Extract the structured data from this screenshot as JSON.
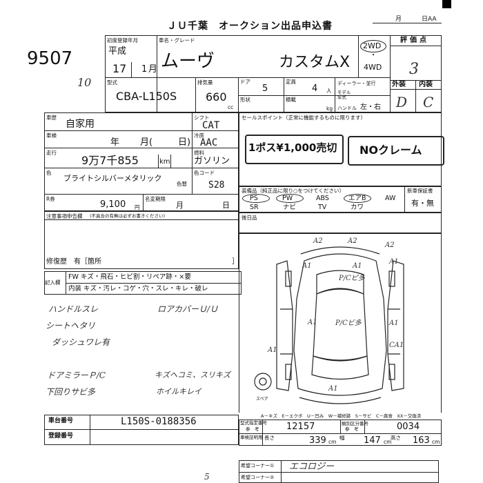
{
  "header": {
    "title": "ＪＵ千葉　オークション出品申込書",
    "month_label": "月",
    "day_label": "日AA",
    "lot_number": "9507"
  },
  "registration": {
    "label": "初度登録年月",
    "era": "平成",
    "year": "17",
    "month": "1",
    "month_unit": "月"
  },
  "car_name": {
    "label": "車名・グレード",
    "name": "ムーヴ",
    "grade": "カスタムX"
  },
  "drive": {
    "two_wd": "2WD",
    "dot": "・",
    "four_wd": "4WD"
  },
  "score": {
    "label": "評価点",
    "value": "3"
  },
  "model": {
    "label": "型式",
    "value": "CBA-L150S",
    "note": "10"
  },
  "displacement": {
    "label": "排気量",
    "value": "660",
    "unit": "cc"
  },
  "doors": {
    "label": "ドア",
    "value": "5",
    "shape_label": "形状"
  },
  "seats": {
    "label": "定員",
    "value": "4",
    "unit": "人",
    "capacity_label": "積載",
    "capacity_unit": "kg"
  },
  "dealer": {
    "label": "ディーラー・並行",
    "model_year_label": "モデル\n年式",
    "handle_label": "ハンドル",
    "handle_options": "左・右"
  },
  "condition": {
    "exterior_label": "外装",
    "interior_label": "内装",
    "exterior": "D",
    "interior": "C"
  },
  "history": {
    "label": "車歴",
    "value": "自家用"
  },
  "inspection": {
    "label": "車検",
    "year": "年",
    "month": "月(",
    "day": "日)"
  },
  "mileage": {
    "label": "走行",
    "value": "9万7千855",
    "unit": "km"
  },
  "shift": {
    "label": "シフト",
    "value": "CAT"
  },
  "aircon": {
    "label": "冷房",
    "value": "AAC"
  },
  "fuel": {
    "label": "燃料",
    "value": "ガソリン"
  },
  "color": {
    "label": "色",
    "value": "ブライトシルバーメタリック",
    "swap_label": "色替",
    "code_label": "色コード",
    "code": "S28"
  },
  "recycle": {
    "label": "R券",
    "value": "9,100",
    "unit": "円"
  },
  "name_change": {
    "label": "名変期限",
    "month": "月",
    "day": "日"
  },
  "sales_point": {
    "label": "セールスポイント（正常に機能するものに限ります）",
    "stamp1": "1ポス¥1,000売切",
    "stamp2": "NOクレーム"
  },
  "equipment": {
    "label": "装備品（純正品に限り○をつけてください）",
    "row1": [
      "PS",
      "PW",
      "ABS",
      "エアB",
      "AW"
    ],
    "row2": [
      "SR",
      "ナビ",
      "TV",
      "カワ"
    ],
    "new_warranty_label": "新車保証書",
    "new_warranty": "有・無"
  },
  "notes": {
    "label": "注意事項申告欄",
    "sublabel": "(不具合の有無は必ずお書きください)",
    "repair": "修復歴　有［箇所",
    "repair_end": "］"
  },
  "after_seat": {
    "label": "後日品"
  },
  "remarks": {
    "label": "記入欄",
    "fw_row": "FW キズ・飛石・ヒビ割・リペア跡・×要",
    "interior_row": "内装 キズ・汚レ・コゲ・穴・スレ・キレ・破レ"
  },
  "handwritten": [
    "ハンドルスレ",
    "シートヘタリ",
    "ダッシュワレ有",
    "ドアミラーＰ/C",
    "下回りサビ多",
    "ロアカバーＵ/Ｕ",
    "キズヘコミ、スリキズ",
    "ホイルキレイ"
  ],
  "diagram": {
    "legend": "A－キズ　E－エクボ　U－凹み　W－補修跡　S－サビ　C－腐食　XX－交換済",
    "spare": "スペア",
    "marks": [
      "A2",
      "A2",
      "A2",
      "A1",
      "A1",
      "A1",
      "P/Cピ多",
      "P/Cビ多",
      "A1",
      "A1",
      "A1",
      "CA1",
      "A1"
    ]
  },
  "chassis": {
    "label": "車台番号",
    "value": "L150S-0188356"
  },
  "registry": {
    "label": "登録番号"
  },
  "specs": {
    "type_label": "型式指定番号",
    "type_sub": "参　考",
    "type_value": "12157",
    "class_label": "類別区分番号",
    "class_sub": "参　考",
    "class_value": "0034",
    "length_label": "長さ",
    "length_value": "339",
    "length_unit": "cm",
    "width_label": "幅",
    "width_value": "147",
    "width_unit": "cm",
    "height_label": "高さ",
    "height_value": "163",
    "height_unit": "cm",
    "cert_label": "車検証明用"
  },
  "corner": {
    "label1": "希望コーナー①",
    "value1": "エコロジー",
    "label2": "希望コーナー②",
    "footnote": "5"
  }
}
